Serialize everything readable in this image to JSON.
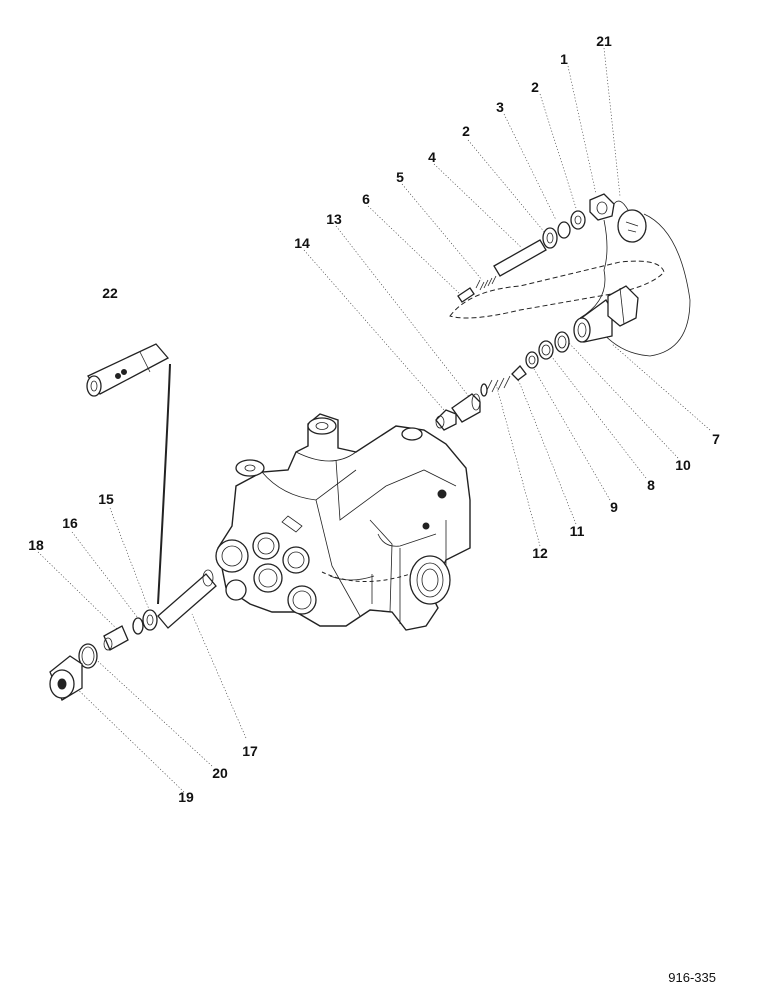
{
  "diagram": {
    "reference": "916-335",
    "callouts": [
      {
        "id": "c1",
        "label": "1"
      },
      {
        "id": "c2a",
        "label": "2"
      },
      {
        "id": "c2b",
        "label": "2"
      },
      {
        "id": "c3",
        "label": "3"
      },
      {
        "id": "c4",
        "label": "4"
      },
      {
        "id": "c5",
        "label": "5"
      },
      {
        "id": "c6",
        "label": "6"
      },
      {
        "id": "c7",
        "label": "7"
      },
      {
        "id": "c8",
        "label": "8"
      },
      {
        "id": "c9",
        "label": "9"
      },
      {
        "id": "c10",
        "label": "10"
      },
      {
        "id": "c11",
        "label": "11"
      },
      {
        "id": "c12",
        "label": "12"
      },
      {
        "id": "c13",
        "label": "13"
      },
      {
        "id": "c14",
        "label": "14"
      },
      {
        "id": "c15",
        "label": "15"
      },
      {
        "id": "c16",
        "label": "16"
      },
      {
        "id": "c17",
        "label": "17"
      },
      {
        "id": "c18",
        "label": "18"
      },
      {
        "id": "c19",
        "label": "19"
      },
      {
        "id": "c20",
        "label": "20"
      },
      {
        "id": "c21",
        "label": "21"
      },
      {
        "id": "c22",
        "label": "22"
      }
    ]
  }
}
